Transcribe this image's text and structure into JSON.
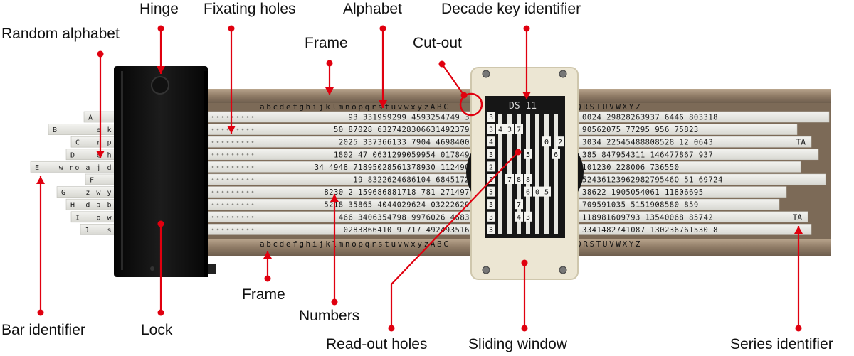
{
  "labels": {
    "hinge": "Hinge",
    "fixating_holes": "Fixating holes",
    "alphabet": "Alphabet",
    "decade_key_identifier": "Decade key identifier",
    "random_alphabet": "Random alphabet",
    "frame_top": "Frame",
    "cut_out": "Cut-out",
    "frame_bottom": "Frame",
    "numbers": "Numbers",
    "bar_identifier": "Bar identifier",
    "lock": "Lock",
    "read_out_holes": "Read-out holes",
    "sliding_window": "Sliding window",
    "series_identifier": "Series identifier"
  },
  "device": {
    "top_alphabet_left": "abcdefghijklmnopqrstuvwxyzABC",
    "top_alphabet_right": "QRSTUVWXYZ",
    "bottom_alphabet_left": "abcdefghijklmnopqrstuvwxyzABC",
    "bottom_alphabet_right": "QRSTUVWXYZ",
    "window_label": "DS 11",
    "bars": [
      {
        "id": "A",
        "random": "",
        "left_numbers": "93  331959299  4593254749  3",
        "right_numbers": "0024  29828263937  6446  803318",
        "series": ""
      },
      {
        "id": "B",
        "random": "e  k",
        "left_numbers": "50  87028  6327428306631492379",
        "right_numbers": "90562075  77295  956  75823",
        "series": ""
      },
      {
        "id": "C",
        "random": "r  p",
        "left_numbers": "2025  337366133  7904  4698400",
        "right_numbers": "3034  22545488808528  12  0643",
        "series": "TA"
      },
      {
        "id": "D",
        "random": "c  h",
        "left_numbers": "1802  47  0631299059954  017849",
        "right_numbers": "385  847954311  146477867  937",
        "series": ""
      },
      {
        "id": "E",
        "random": "w no  a j d",
        "left_numbers": "34  4948  71895028561378930  112490",
        "right_numbers": "101230  228006  736550",
        "series": ""
      },
      {
        "id": "F",
        "random": "",
        "left_numbers": "19  8322624686104  6845172",
        "right_numbers": "5243612396298279546O  51  69724",
        "series": ""
      },
      {
        "id": "G",
        "random": "z  w y",
        "left_numbers": "8230  2  159686881718  781  271497",
        "right_numbers": "38622  1905054061  11806695",
        "series": ""
      },
      {
        "id": "H",
        "random": "d  a b",
        "left_numbers": "5218  35865  4044029624  03222629",
        "right_numbers": "709591035  5151908580  859",
        "series": ""
      },
      {
        "id": "I",
        "random": "o  w",
        "left_numbers": "466  3406354798  9976026  4683",
        "right_numbers": "118981609793  13540068  85742",
        "series": "TA"
      },
      {
        "id": "J",
        "random": "s",
        "left_numbers": "0283866410  9  717  492493516",
        "right_numbers": "3341482741087  130236761530  8",
        "series": ""
      }
    ],
    "window_digits": {
      "left": [
        "3",
        "3",
        "4",
        "3",
        "2",
        "3",
        "3",
        "3",
        "3",
        "3"
      ],
      "right": [
        "",
        "",
        "2",
        "",
        "",
        "",
        "",
        "",
        "",
        ""
      ],
      "cells": [
        "4",
        "3",
        "7",
        "0",
        "5",
        "6",
        "8",
        "7",
        "8",
        "6",
        "0",
        "5",
        "7",
        "4",
        "3"
      ]
    }
  }
}
